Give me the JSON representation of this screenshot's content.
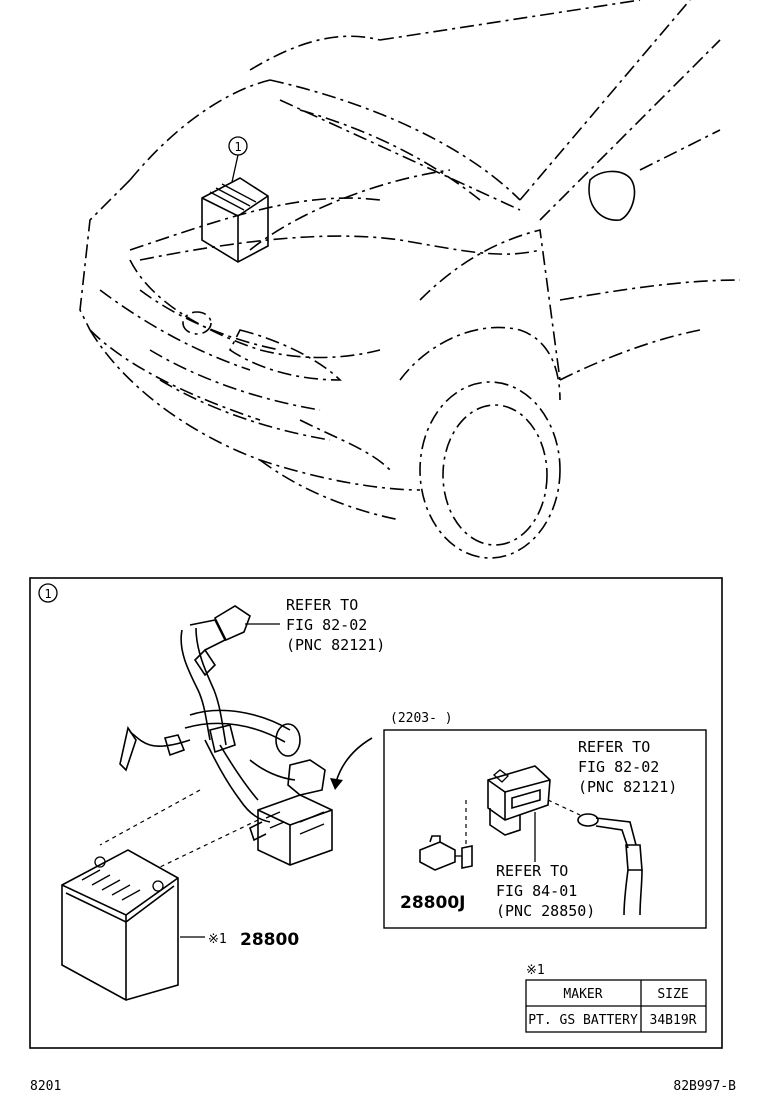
{
  "callout_top": "1",
  "detail": {
    "callout": "1",
    "refer1": [
      "REFER TO",
      "FIG 82-02",
      "(PNC 82121)"
    ],
    "inset_label": "(2203-     )",
    "inset_refer1": [
      "REFER TO",
      "FIG 82-02",
      "(PNC 82121)"
    ],
    "inset_refer2": [
      "REFER TO",
      "FIG 84-01",
      "(PNC 28850)"
    ],
    "part_28800J": "28800J",
    "note_mark": "※1",
    "part_28800": "28800"
  },
  "spec_table": {
    "note": "※1",
    "headers": [
      "MAKER",
      "SIZE"
    ],
    "rows": [
      [
        "PT. GS BATTERY",
        "34B19R"
      ]
    ]
  },
  "footer": {
    "left": "8201",
    "right": "82B997-B"
  }
}
